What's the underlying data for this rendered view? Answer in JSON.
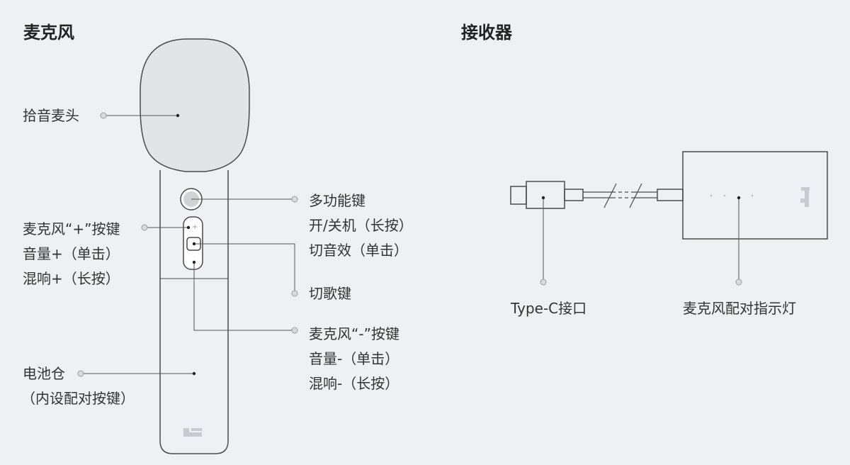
{
  "sections": {
    "microphone": "麦克风",
    "receiver": "接收器"
  },
  "callouts": {
    "pickup_head": "拾音麦头",
    "multi_key": [
      "多功能键",
      "开/关机（长按）",
      "切音效（单击）"
    ],
    "plus_key": [
      "麦克风“+”按键",
      "音量+（单击）",
      "混响+（长按）"
    ],
    "switch_song": "切歌键",
    "minus_key": [
      "麦克风“-”按键",
      "音量-（单击）",
      "混响-（长按）"
    ],
    "battery": [
      "电池仓",
      "（内设配对按键）"
    ],
    "type_c": "Type-C接口",
    "pair_light": "麦克风配对指示灯"
  }
}
